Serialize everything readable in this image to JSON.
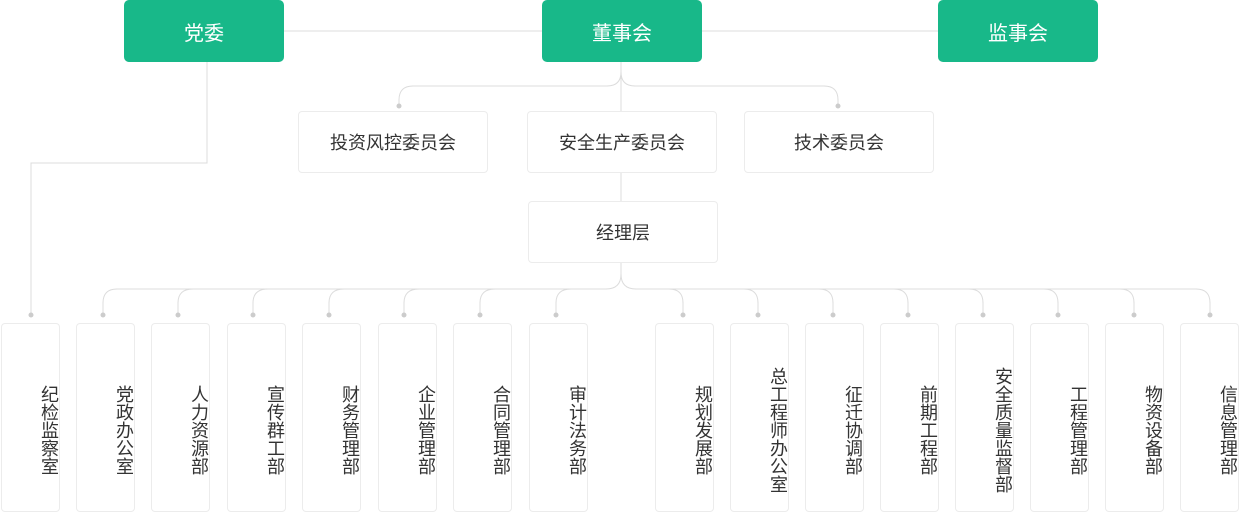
{
  "colors": {
    "accent": "#18b889",
    "line": "#dcdcdc",
    "dot": "#cccccc"
  },
  "top": {
    "party": "党委",
    "board": "董事会",
    "supervisors": "监事会"
  },
  "committees": {
    "investment": "投资风控委员会",
    "safety": "安全生产委员会",
    "technical": "技术委员会"
  },
  "management": "经理层",
  "departments": [
    "纪检监察室",
    "党政办公室",
    "人力资源部",
    "宣传群工部",
    "财务管理部",
    "企业管理部",
    "合同管理部",
    "审计法务部",
    "规划发展部",
    "总工程师办公室",
    "征迁协调部",
    "前期工程部",
    "安全质量监督部",
    "工程管理部",
    "物资设备部",
    "信息管理部"
  ]
}
